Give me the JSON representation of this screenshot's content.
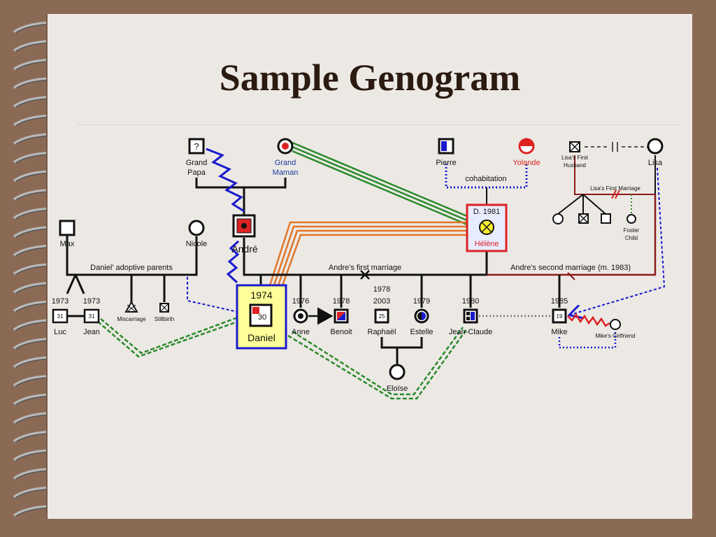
{
  "slide": {
    "title": "Sample Genogram"
  },
  "people": {
    "grand_papa": {
      "line1": "Grand",
      "line2": "Papa"
    },
    "grand_maman": {
      "line1": "Grand",
      "line2": "Maman"
    },
    "pierre": "Pierre",
    "yolande": "Yolande",
    "lisa_first_husband": {
      "line1": "Lisa's First",
      "line2": "Husband"
    },
    "lisa": "Lisa",
    "max": "Max",
    "nicole": "Nicole",
    "andre": "André",
    "helene": {
      "note": "D. 1981",
      "name": "Hélène"
    },
    "foster": {
      "line1": "Foster",
      "line2": "Child"
    },
    "luc": {
      "year": "1973",
      "age": "31",
      "name": "Luc"
    },
    "jean": {
      "year": "1973",
      "age": "31",
      "name": "Jean"
    },
    "miscarriage": "Miscarriage",
    "stillbirth": "Stillbirth",
    "daniel": {
      "year": "1974",
      "age": "30",
      "name": "Daniel"
    },
    "anne": {
      "year": "1976",
      "name": "Anne"
    },
    "benoit": {
      "year": "1978",
      "name": "Benoit"
    },
    "raphael": {
      "year": "2003",
      "age": "25",
      "name": "Raphaël",
      "extra_year": "1978"
    },
    "estelle": {
      "year": "1979",
      "name": "Estelle"
    },
    "jean_claude": {
      "year": "1980",
      "name": "Jean-Claude"
    },
    "mike": {
      "year": "1985",
      "age": "19",
      "name": "Mike"
    },
    "mikes_girlfriend": "Mike's Girlfriend",
    "eloise": "Eloïse"
  },
  "relationships": {
    "cohabitation": "cohabitation",
    "lisas_first_marriage": "Lisa's First Marriage",
    "adoptive_parents": "Daniel' adoptive parents",
    "andre_first_marriage": "Andre's first marriage",
    "andre_second_marriage": "Andre's second marriage (m. 1983)"
  },
  "colors": {
    "background": "#8b6a55",
    "slide": "#ece9e5",
    "emotional_green": "#2a8a2a",
    "conflict_blue": "#1a1acc",
    "fused_orange": "#e0762a",
    "hostile_red": "#dd2222",
    "highlight_yellow": "#ffff99",
    "marriage_red": "#8b1a1a"
  }
}
